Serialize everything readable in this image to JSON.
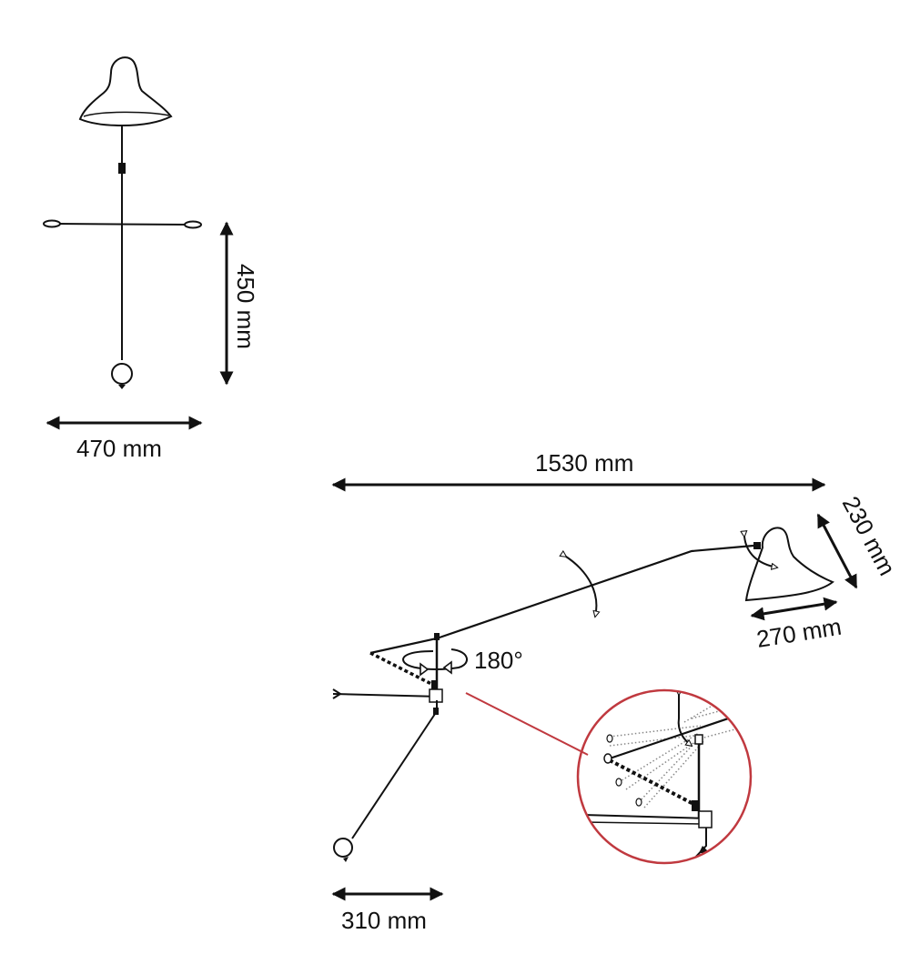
{
  "colors": {
    "line": "#111111",
    "background": "#ffffff",
    "callout": "#c0393f",
    "light_arc": "#888888"
  },
  "front_view": {
    "height_label": "450 mm",
    "width_label": "470 mm"
  },
  "side_view": {
    "reach_label": "1530 mm",
    "shade_height_label": "230 mm",
    "shade_width_label": "270 mm",
    "rotation_label": "180°",
    "base_label": "310 mm"
  },
  "detail_view": {
    "callout": "pivot-detail"
  }
}
